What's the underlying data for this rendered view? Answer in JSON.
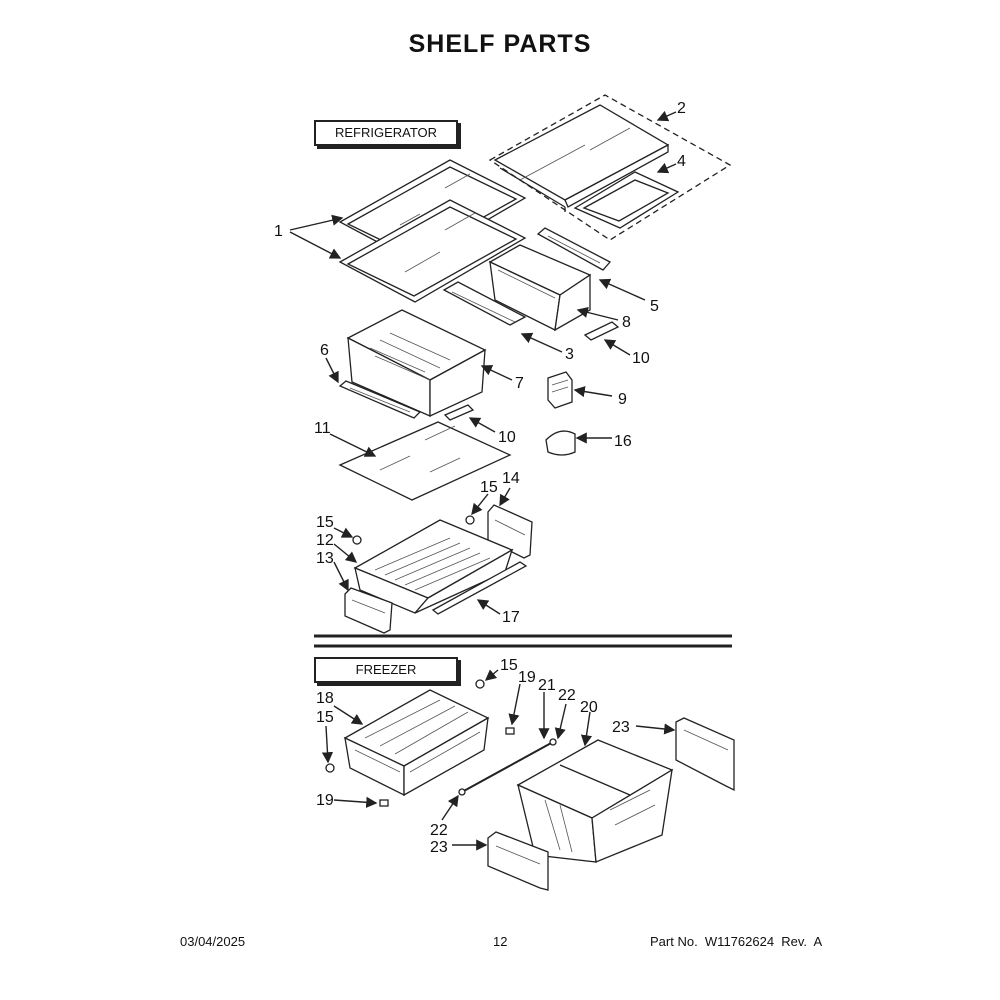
{
  "page": {
    "title": "SHELF PARTS",
    "footer": {
      "date": "03/04/2025",
      "page_number": "12",
      "part_number": "Part No.  W11762624  Rev.  A"
    }
  },
  "sections": {
    "refrigerator": "REFRIGERATOR",
    "freezer": "FREEZER"
  },
  "callouts": {
    "c1": "1",
    "c2": "2",
    "c3": "3",
    "c4": "4",
    "c5": "5",
    "c6": "6",
    "c7": "7",
    "c8": "8",
    "c9": "9",
    "c10a": "10",
    "c10b": "10",
    "c11": "11",
    "c12": "12",
    "c13": "13",
    "c14": "14",
    "c15a": "15",
    "c15b": "15",
    "c15c": "15",
    "c15d": "15",
    "c16": "16",
    "c17": "17",
    "c18": "18",
    "c19a": "19",
    "c19b": "19",
    "c20": "20",
    "c21": "21",
    "c22a": "22",
    "c22b": "22",
    "c23a": "23",
    "c23b": "23"
  }
}
